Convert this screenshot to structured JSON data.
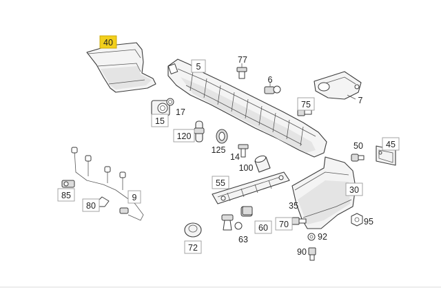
{
  "colors": {
    "highlight": "#f2cf1c",
    "line": "#3a3a3a",
    "callout_border": "#9a9a9a"
  },
  "callouts": [
    {
      "id": "40",
      "label": "40",
      "highlighted": true
    },
    {
      "id": "5",
      "label": "5",
      "highlighted": false
    },
    {
      "id": "75",
      "label": "75",
      "highlighted": false
    },
    {
      "id": "15",
      "label": "15",
      "highlighted": false
    },
    {
      "id": "120",
      "label": "120",
      "highlighted": false
    },
    {
      "id": "45",
      "label": "45",
      "highlighted": false
    },
    {
      "id": "30",
      "label": "30",
      "highlighted": false
    },
    {
      "id": "55",
      "label": "55",
      "highlighted": false
    },
    {
      "id": "85",
      "label": "85",
      "highlighted": false
    },
    {
      "id": "9",
      "label": "9",
      "highlighted": false
    },
    {
      "id": "80",
      "label": "80",
      "highlighted": false
    },
    {
      "id": "60",
      "label": "60",
      "highlighted": false
    },
    {
      "id": "70",
      "label": "70",
      "highlighted": false
    },
    {
      "id": "72",
      "label": "72",
      "highlighted": false
    }
  ],
  "plain_labels": [
    {
      "id": "77",
      "label": "77"
    },
    {
      "id": "6",
      "label": "6"
    },
    {
      "id": "7",
      "label": "7"
    },
    {
      "id": "17",
      "label": "17"
    },
    {
      "id": "125",
      "label": "125"
    },
    {
      "id": "14",
      "label": "14"
    },
    {
      "id": "100",
      "label": "100"
    },
    {
      "id": "50",
      "label": "50"
    },
    {
      "id": "35",
      "label": "35"
    },
    {
      "id": "95",
      "label": "95"
    },
    {
      "id": "63",
      "label": "63"
    },
    {
      "id": "92",
      "label": "92"
    },
    {
      "id": "90",
      "label": "90"
    }
  ]
}
